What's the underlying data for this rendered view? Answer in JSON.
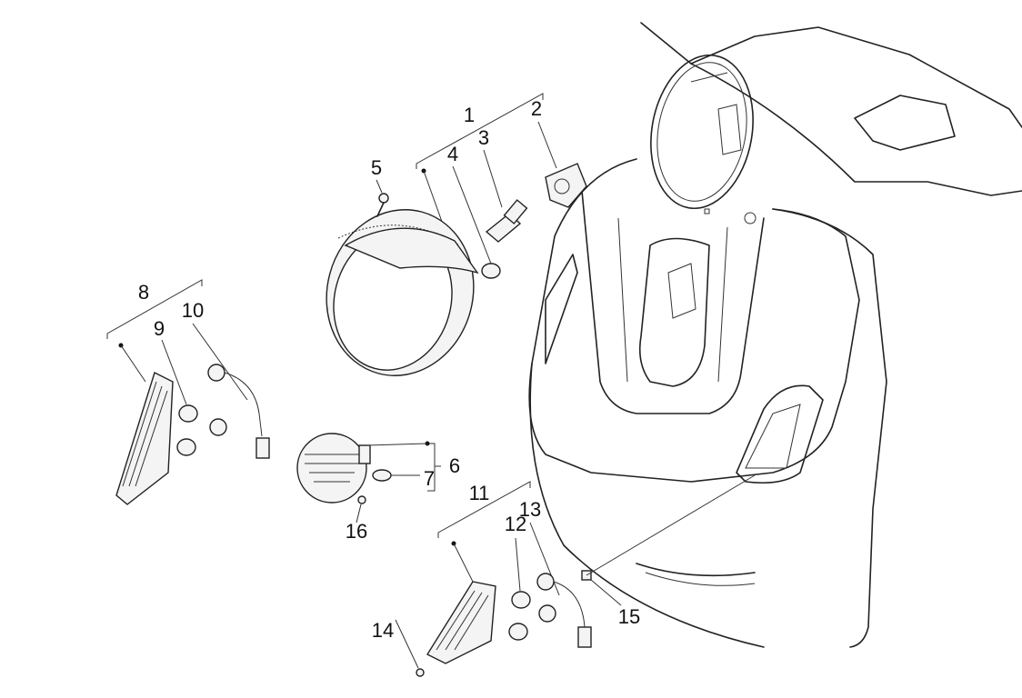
{
  "diagram": {
    "title": "Headlight and turn signal lamps exploded parts view",
    "callouts": [
      {
        "id": "1",
        "label": "1"
      },
      {
        "id": "2",
        "label": "2"
      },
      {
        "id": "3",
        "label": "3"
      },
      {
        "id": "4",
        "label": "4"
      },
      {
        "id": "5",
        "label": "5"
      },
      {
        "id": "6",
        "label": "6"
      },
      {
        "id": "7",
        "label": "7"
      },
      {
        "id": "8",
        "label": "8"
      },
      {
        "id": "9",
        "label": "9"
      },
      {
        "id": "10",
        "label": "10"
      },
      {
        "id": "11",
        "label": "11"
      },
      {
        "id": "12",
        "label": "12"
      },
      {
        "id": "13",
        "label": "13"
      },
      {
        "id": "14",
        "label": "14"
      },
      {
        "id": "15",
        "label": "15"
      },
      {
        "id": "16",
        "label": "16"
      }
    ]
  }
}
